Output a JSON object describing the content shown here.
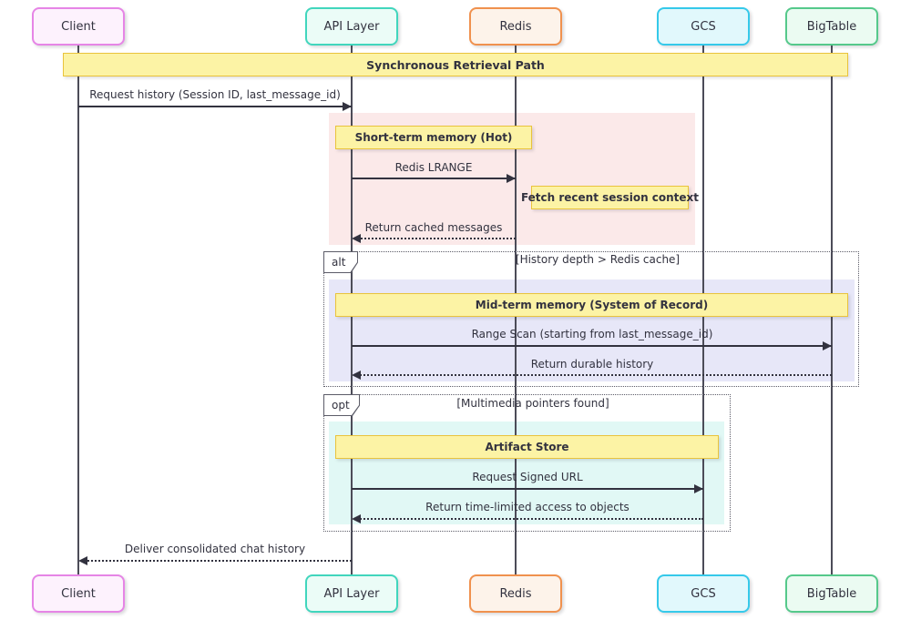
{
  "diagram": {
    "type": "sequence-diagram",
    "banner": "Synchronous Retrieval Path",
    "participants": [
      {
        "label": "Client",
        "border_color": "#e685e6",
        "fill_color": "#fdf2fd"
      },
      {
        "label": "API Layer",
        "border_color": "#41d6bd",
        "fill_color": "#ebfcf7"
      },
      {
        "label": "Redis",
        "border_color": "#f0914e",
        "fill_color": "#fdf3ea"
      },
      {
        "label": "GCS",
        "border_color": "#35c9ea",
        "fill_color": "#e1f8fc"
      },
      {
        "label": "BigTable",
        "border_color": "#55c98b",
        "fill_color": "#ebfbf2"
      }
    ],
    "messages": [
      {
        "from": "Client",
        "to": "API Layer",
        "label": "Request history (Session ID, last_message_id)",
        "line": "solid"
      },
      {
        "from": "API Layer",
        "to": "Redis",
        "label": "Redis LRANGE",
        "line": "solid"
      },
      {
        "from": "Redis",
        "to": "API Layer",
        "label": "Return cached messages",
        "line": "dotted"
      },
      {
        "from": "API Layer",
        "to": "BigTable",
        "label": "Range Scan (starting from last_message_id)",
        "line": "solid"
      },
      {
        "from": "BigTable",
        "to": "API Layer",
        "label": "Return durable history",
        "line": "dotted"
      },
      {
        "from": "API Layer",
        "to": "GCS",
        "label": "Request Signed URL",
        "line": "solid"
      },
      {
        "from": "GCS",
        "to": "API Layer",
        "label": "Return time-limited access to objects",
        "line": "dotted"
      },
      {
        "from": "API Layer",
        "to": "Client",
        "label": "Deliver consolidated chat history",
        "line": "dotted"
      }
    ],
    "notes": [
      {
        "label": "Short-term memory (Hot)"
      },
      {
        "label": "Fetch recent session context"
      },
      {
        "label": "Mid-term memory (System of Record)"
      },
      {
        "label": "Artifact Store"
      }
    ],
    "frames": [
      {
        "kind": "alt",
        "guard": "[History depth > Redis cache]"
      },
      {
        "kind": "opt",
        "guard": "[Multimedia pointers found]"
      }
    ],
    "colors": {
      "short_term_highlight": "#fbe9e9",
      "mid_term_highlight": "#e7e7f8",
      "artifact_highlight": "#e1f8f5",
      "note_fill": "#fcf3a5",
      "note_border": "#e9c33c",
      "text": "#32323f",
      "lifeline": "#4c4c58",
      "frame_border": "#5c5c68"
    }
  }
}
